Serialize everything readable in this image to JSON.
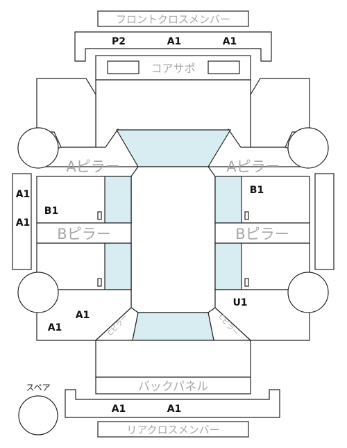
{
  "labels": {
    "front_cross_member": "フロントクロスメンバー",
    "core_support": "コアサポ",
    "a_pillar_left": "Aピラー",
    "a_pillar_right": "Aピラー",
    "b_pillar_left": "Bピラー",
    "b_pillar_right": "Bピラー",
    "back_panel": "バックパネル",
    "rear_cross_member": "リアクロスメンバー",
    "spare": "スペア",
    "c_pillar_left": "Cピラー",
    "c_pillar_right": "Cピラー"
  },
  "codes": {
    "front_member_left": "P2",
    "front_member_center": "A1",
    "front_member_right": "A1",
    "side_sill_left_top": "A1",
    "side_sill_left_bottom": "A1",
    "left_mid_panel": "B1",
    "right_mid_panel": "B1",
    "left_rear_quarter_upper": "A1",
    "left_rear_quarter_lower": "A1",
    "right_rear_quarter": "U1",
    "rear_member_left": "A1",
    "rear_member_right": "A1"
  },
  "colors": {
    "glass": "#d7edf2",
    "outline": "#222222",
    "label_gray": "#a6a6a6"
  }
}
